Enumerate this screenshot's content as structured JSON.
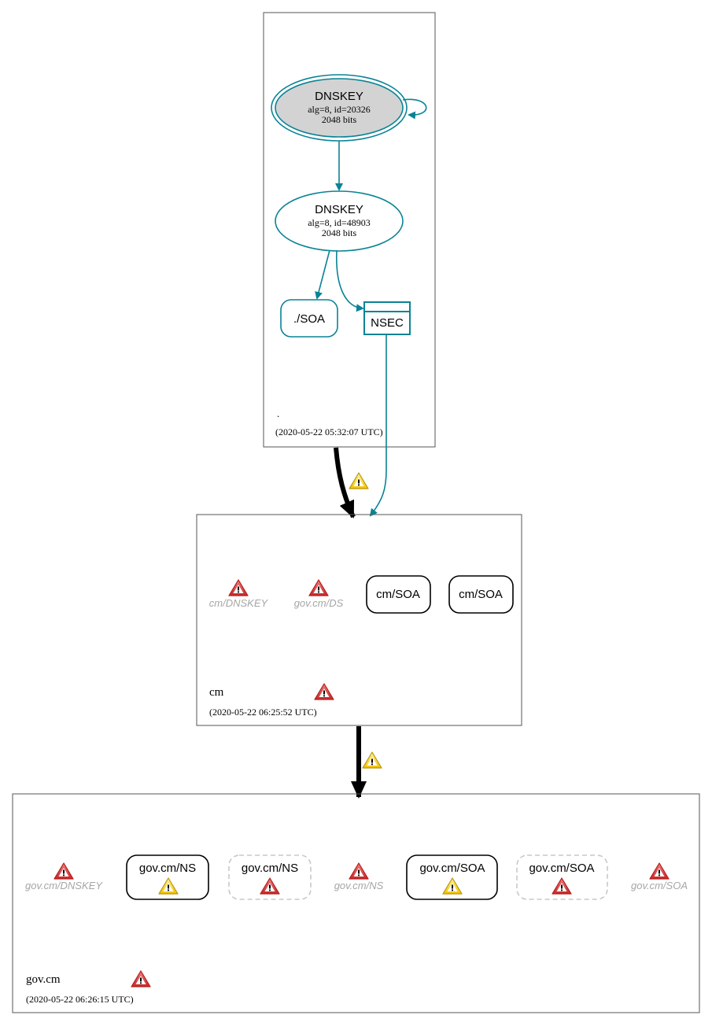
{
  "zones": {
    "root": {
      "name": ".",
      "timestamp": "(2020-05-22 05:32:07 UTC)",
      "ksk": {
        "title": "DNSKEY",
        "line1": "alg=8, id=20326",
        "line2": "2048 bits"
      },
      "zsk": {
        "title": "DNSKEY",
        "line1": "alg=8, id=48903",
        "line2": "2048 bits"
      },
      "soa": "./SOA",
      "nsec": "NSEC"
    },
    "cm": {
      "name": "cm",
      "timestamp": "(2020-05-22 06:25:52 UTC)",
      "missing_dnskey": "cm/DNSKEY",
      "missing_ds": "gov.cm/DS",
      "soa_1": "cm/SOA",
      "soa_2": "cm/SOA"
    },
    "govcm": {
      "name": "gov.cm",
      "timestamp": "(2020-05-22 06:26:15 UTC)",
      "missing_dnskey": "gov.cm/DNSKEY",
      "ns_1": "gov.cm/NS",
      "ns_2": "gov.cm/NS",
      "missing_ns": "gov.cm/NS",
      "soa_1": "gov.cm/SOA",
      "soa_2": "gov.cm/SOA",
      "missing_soa": "gov.cm/SOA"
    }
  },
  "colors": {
    "teal": "#0a8395",
    "ksk_fill": "#d3d3d3",
    "error_red": "#d32f2f",
    "warning_yellow": "#f5d20b",
    "ghost_gray": "#a6a6a6",
    "dashed_border": "#c8c8c8"
  },
  "icons": {
    "error": "error-triangle-icon",
    "warning": "warning-triangle-icon"
  }
}
